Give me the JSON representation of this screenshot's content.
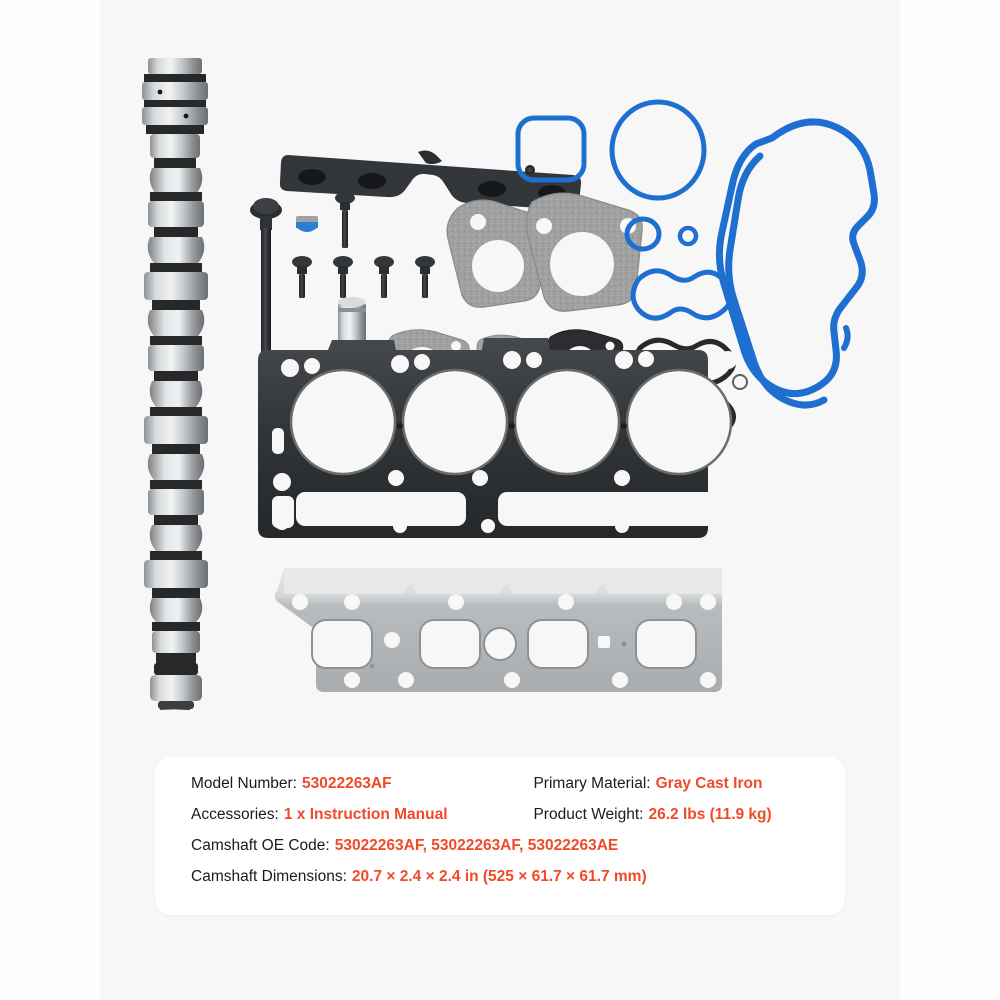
{
  "theme": {
    "background": "#fdfdfd",
    "stage_background": "#f7f7f7",
    "card_background": "#ffffff",
    "label_color": "#1b1b1b",
    "value_color": "#f04a28",
    "seal_blue": "#1f6fd0",
    "gasket_gray": "#9c9c9c",
    "metal_dark": "#2e3033",
    "metal_light": "#c9ccce"
  },
  "specs": {
    "rows": [
      {
        "left": {
          "label": "Model Number:",
          "value": "53022263AF"
        },
        "right": {
          "label": "Primary Material:",
          "value": "Gray Cast Iron"
        }
      },
      {
        "left": {
          "label": "Accessories:",
          "value": "1 x Instruction Manual"
        },
        "right": {
          "label": "Product Weight:",
          "value": "26.2 lbs (11.9 kg)"
        }
      }
    ],
    "wide_rows": [
      {
        "label": "Camshaft OE Code:",
        "value": "53022263AF, 53022263AF, 53022263AE"
      },
      {
        "label": "Camshaft Dimensions:",
        "value": "20.7 × 2.4 × 2.4 in (525 × 61.7 × 61.7 mm)"
      }
    ]
  },
  "parts": [
    {
      "id": "camshaft",
      "name": "Camshaft",
      "color": "#b9bdc0"
    },
    {
      "id": "rocker-arm-bridge",
      "name": "Rocker Arm Bridge",
      "color": "#33363a"
    },
    {
      "id": "head-bolt-long",
      "name": "Long Head Bolt",
      "color": "#2b2d30"
    },
    {
      "id": "sensor-plug-blue",
      "name": "Blue Tipped Plug",
      "color": "#2f7fd0"
    },
    {
      "id": "head-bolt-short",
      "name": "Short Bolt",
      "color": "#2b2d30"
    },
    {
      "id": "hydraulic-lifter",
      "name": "Hydraulic Lifter",
      "color": "#b6babd"
    },
    {
      "id": "flange-gasket-large",
      "name": "Triangular Flange Gasket",
      "color": "#9c9c9c"
    },
    {
      "id": "oval-gasket-small",
      "name": "Small Oval Gasket",
      "color": "#9c9c9c"
    },
    {
      "id": "seal-square-blue",
      "name": "Square Blue Seal",
      "color": "#1f6fd0"
    },
    {
      "id": "seal-round-blue",
      "name": "Round Blue O-Ring",
      "color": "#1f6fd0"
    },
    {
      "id": "seal-peanut-blue",
      "name": "Peanut Shaped Blue Seal",
      "color": "#1f6fd0"
    },
    {
      "id": "seal-peanut-black",
      "name": "Peanut Shaped Black Seal",
      "color": "#2b2d30"
    },
    {
      "id": "valve-cover-gasket",
      "name": "Valve Cover Gasket",
      "color": "#1f6fd0"
    },
    {
      "id": "head-gasket",
      "name": "Cylinder Head Gasket",
      "color": "#34373b"
    },
    {
      "id": "exhaust-manifold-gasket",
      "name": "Exhaust Manifold Gasket",
      "color": "#c2c5c7"
    }
  ]
}
